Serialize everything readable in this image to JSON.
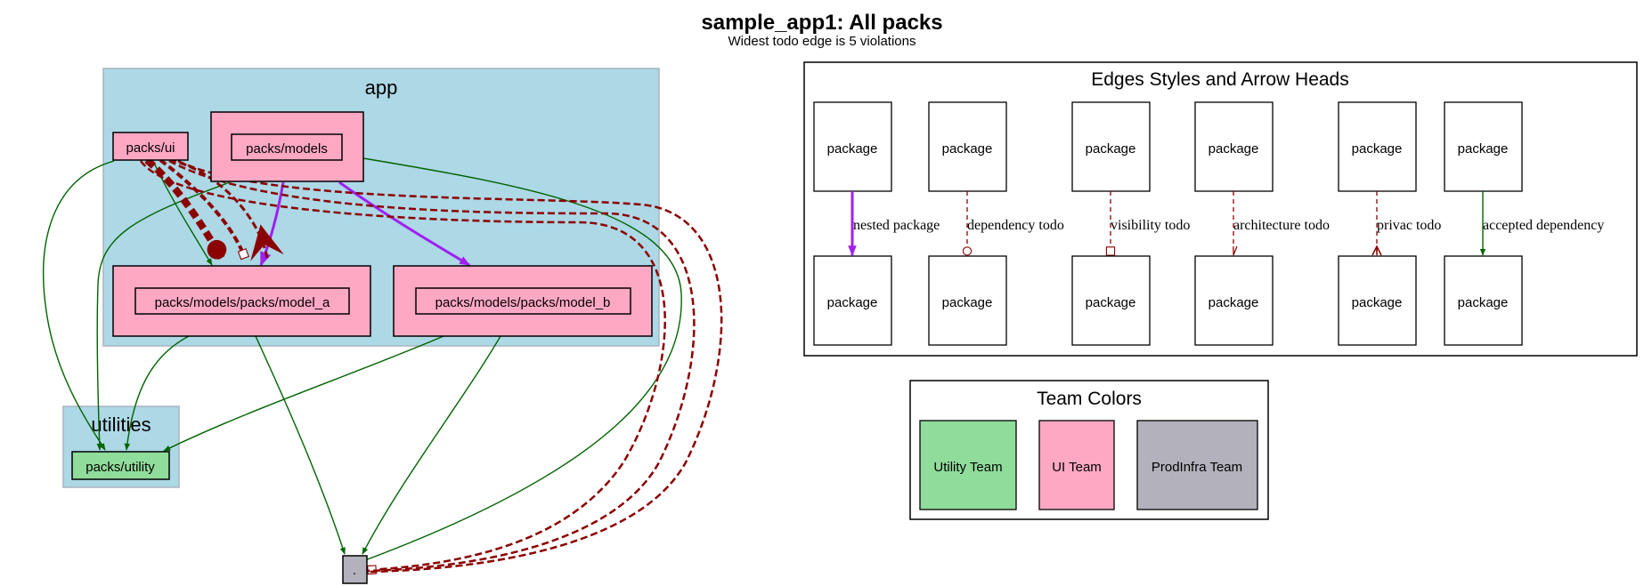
{
  "title": "sample_app1: All packs",
  "subtitle": "Widest todo edge is 5 violations",
  "clusters": {
    "app": "app",
    "utilities": "utilities"
  },
  "nodes": {
    "packs_ui": "packs/ui",
    "packs_models": "packs/models",
    "model_a": "packs/models/packs/model_a",
    "model_b": "packs/models/packs/model_b",
    "packs_utility": "packs/utility",
    "root": "."
  },
  "legend": {
    "title": "Edges Styles and Arrow Heads",
    "package_label": "package",
    "edges": [
      {
        "label": "nested package",
        "color": "#a020f0"
      },
      {
        "label": "dependency todo",
        "color": "#8b0000"
      },
      {
        "label": "visibility todo",
        "color": "#8b0000"
      },
      {
        "label": "architecture todo",
        "color": "#8b0000"
      },
      {
        "label": "privac todo",
        "color": "#8b0000"
      },
      {
        "label": "accepted dependency",
        "color": "#006400"
      }
    ]
  },
  "team_colors": {
    "title": "Team Colors",
    "teams": [
      {
        "name": "Utility Team",
        "color": "#90dc9b"
      },
      {
        "name": "UI Team",
        "color": "#ffa8c4"
      },
      {
        "name": "ProdInfra Team",
        "color": "#b3b1bc"
      }
    ]
  },
  "colors": {
    "cluster_fill": "#add8e6",
    "cluster_border": "#a8b4be",
    "nested": "#a020f0",
    "todo": "#8b0000",
    "dependency": "#006400"
  }
}
